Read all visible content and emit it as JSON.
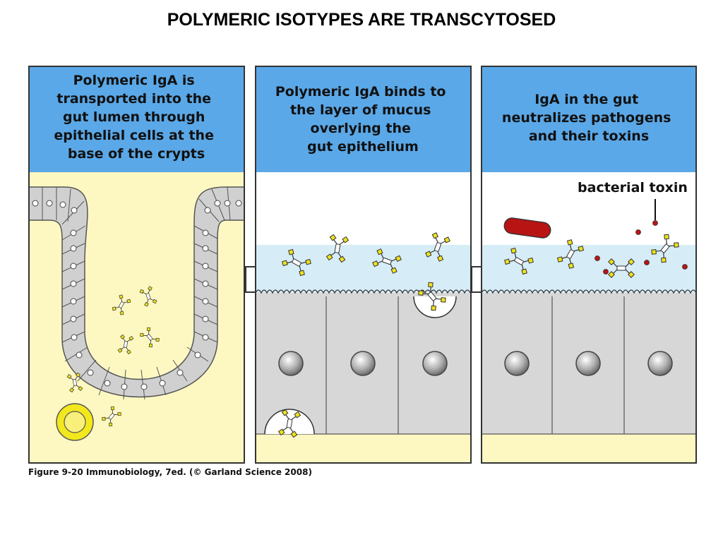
{
  "title": "POLYMERIC ISOTYPES ARE TRANSCYTOSED",
  "panels": [
    {
      "header": [
        "Polymeric IgA is",
        "transported into the",
        "gut lumen through",
        "epithelial cells at the",
        "base of the crypts"
      ]
    },
    {
      "header": [
        "Polymeric IgA binds to",
        "the layer of mucus",
        "overlying the",
        "gut epithelium"
      ]
    },
    {
      "header": [
        "IgA in the gut",
        "neutralizes pathogens",
        "and their toxins"
      ],
      "label": "bacterial toxin"
    }
  ],
  "caption": "Figure 9-20  Immunobiology, 7ed. (© Garland Science 2008)",
  "colors": {
    "header_blue": "#5aa8e8",
    "lamina_yellow": "#fdf8c2",
    "epithelium_gray": "#d7d7d7",
    "mucus_blue": "#d6ecf7",
    "antibody_yellow": "#f1e21a",
    "toxin_red": "#b81414",
    "plasma_cell_yellow": "#f2e81c"
  }
}
